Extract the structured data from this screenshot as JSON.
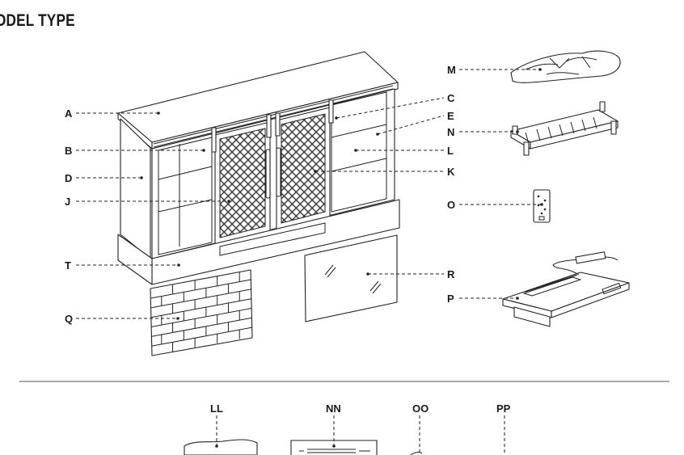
{
  "heading": "ODEL TYPE",
  "labels": {
    "A": "A",
    "B": "B",
    "D": "D",
    "J": "J",
    "T": "T",
    "Q": "Q",
    "C": "C",
    "E": "E",
    "L": "L",
    "K": "K",
    "R": "R",
    "M": "M",
    "N": "N",
    "O": "O",
    "P": "P"
  },
  "bottom_labels": {
    "LL": "LL",
    "NN": "NN",
    "OO": "OO",
    "PP": "PP"
  },
  "colors": {
    "line": "#222222",
    "background": "#ffffff"
  }
}
